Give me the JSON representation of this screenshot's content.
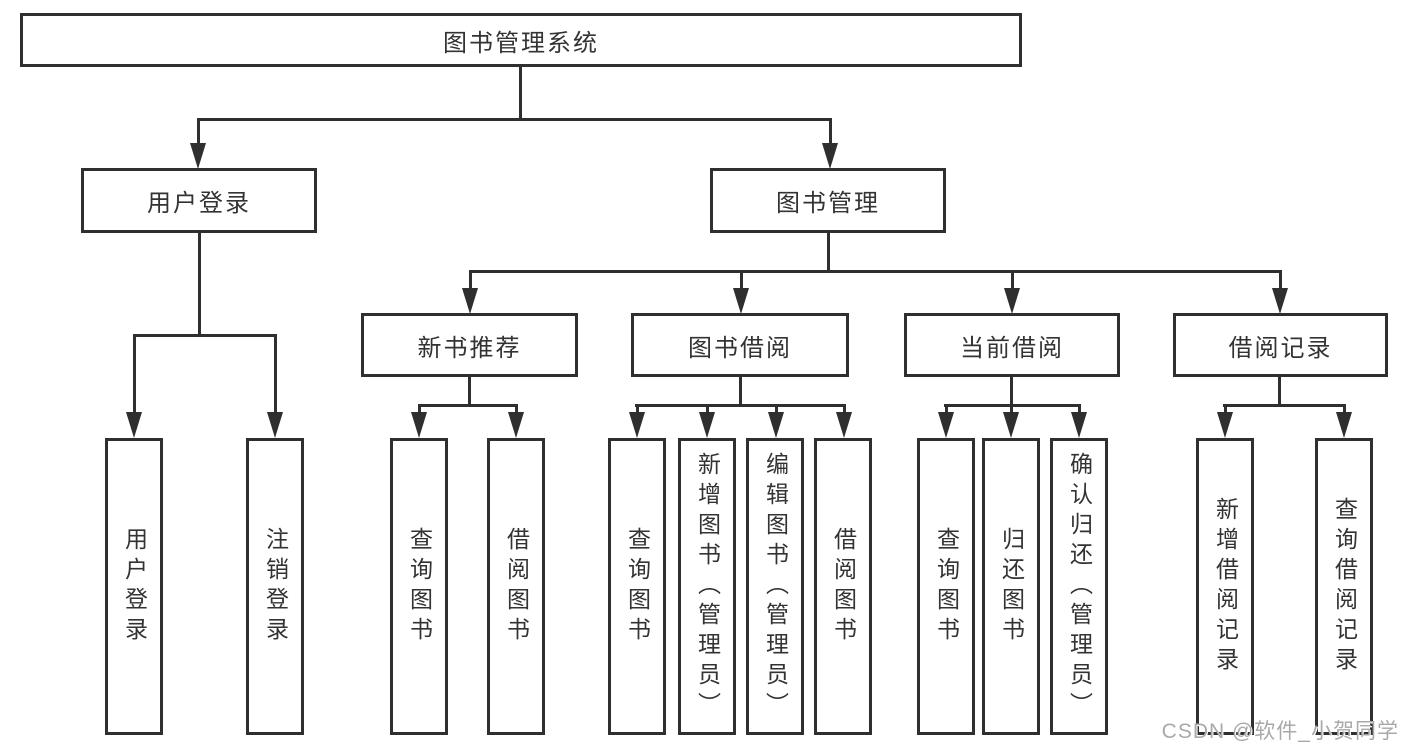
{
  "diagram_title": "图书管理系统",
  "tree": {
    "root": {
      "label": "图书管理系统",
      "children": [
        {
          "label": "用户登录",
          "children": [
            {
              "label": "用户登录"
            },
            {
              "label": "注销登录"
            }
          ]
        },
        {
          "label": "图书管理",
          "children": [
            {
              "label": "新书推荐",
              "children": [
                {
                  "label": "查询图书"
                },
                {
                  "label": "借阅图书"
                }
              ]
            },
            {
              "label": "图书借阅",
              "children": [
                {
                  "label": "查询图书"
                },
                {
                  "label": "新增图书（管理员）"
                },
                {
                  "label": "编辑图书（管理员）"
                },
                {
                  "label": "借阅图书"
                }
              ]
            },
            {
              "label": "当前借阅",
              "children": [
                {
                  "label": "查询图书"
                },
                {
                  "label": "归还图书"
                },
                {
                  "label": "确认归还（管理员）"
                }
              ]
            },
            {
              "label": "借阅记录",
              "children": [
                {
                  "label": "新增借阅记录"
                },
                {
                  "label": "查询借阅记录"
                }
              ]
            }
          ]
        }
      ]
    }
  },
  "watermark": {
    "text": "CSDN @软件_小贺同学"
  },
  "colors": {
    "line": "#2f2f2f",
    "text": "#333333",
    "watermark": "#a9a9a9",
    "background": "#ffffff"
  }
}
